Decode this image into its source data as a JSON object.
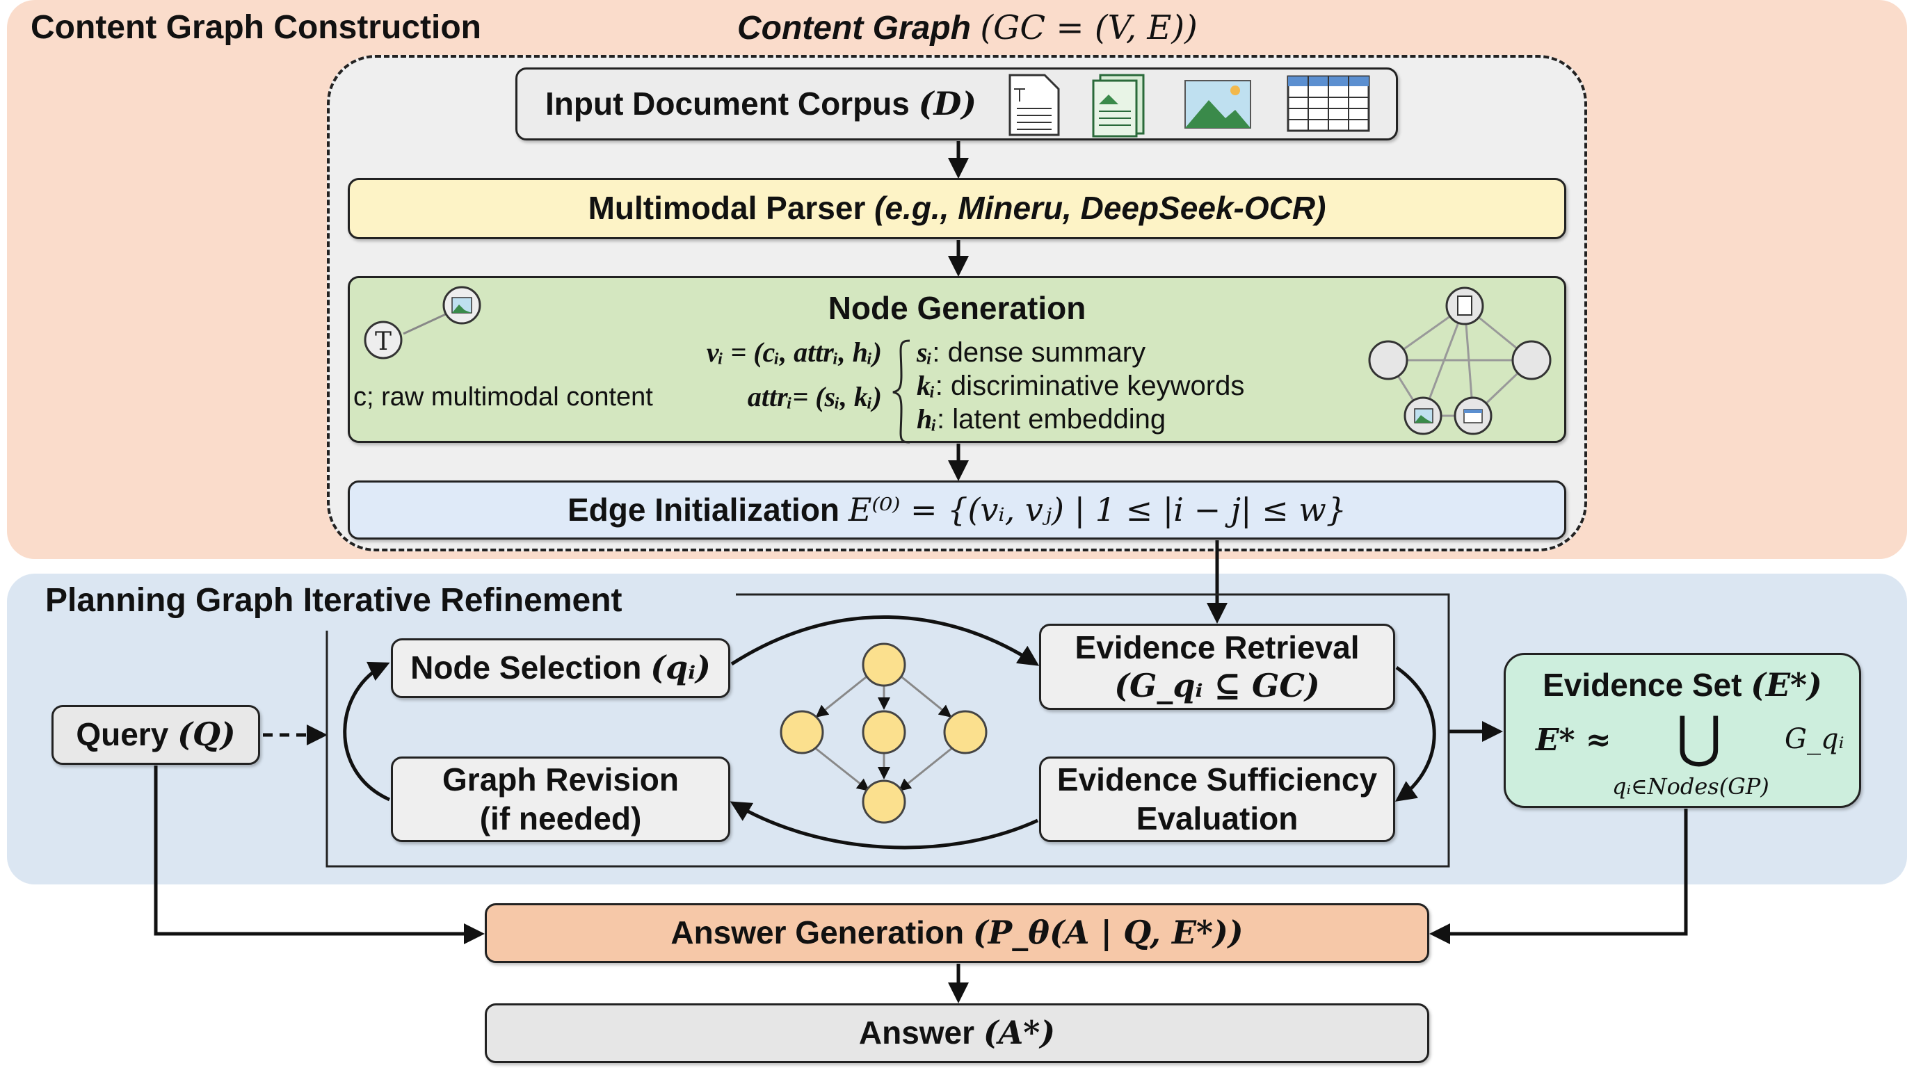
{
  "top_section": {
    "title": "Content Graph Construction",
    "graph_title": "Content Graph",
    "graph_formula": "(GC = (V, E))"
  },
  "input_corpus": {
    "label": "Input Document Corpus",
    "symbol": "(D)",
    "icons": [
      "text-document-icon",
      "image-document-icon",
      "image-icon",
      "table-icon"
    ]
  },
  "parser": {
    "label": "Multimodal Parser",
    "examples": "(e.g., Mineru, DeepSeek-OCR)"
  },
  "node_generation": {
    "title": "Node Generation",
    "vi_formula": "vᵢ = (cᵢ, attrᵢ, hᵢ)",
    "c_desc": "c; raw multimodal content",
    "attr_formula": "attrᵢ= (sᵢ, kᵢ)",
    "s_sym": "sᵢ",
    "s_desc": ": dense summary",
    "k_sym": "kᵢ",
    "k_desc": ": discriminative keywords",
    "h_sym": "hᵢ",
    "h_desc": ": latent embedding",
    "left_icon_text": "T"
  },
  "edge_init": {
    "label": "Edge Initialization",
    "formula": "E⁽⁰⁾ = {(vᵢ, vⱼ) | 1 ≤ |i − j| ≤ w}"
  },
  "planning_section": {
    "title": "Planning Graph Iterative Refinement"
  },
  "query": {
    "label": "Query",
    "symbol": "(Q)"
  },
  "node_selection": {
    "label": "Node Selection",
    "symbol": "(qᵢ)"
  },
  "evidence_retrieval": {
    "line1": "Evidence Retrieval",
    "line2": "(G_qᵢ ⊆ GC)"
  },
  "evidence_sufficiency": {
    "line1": "Evidence Sufficiency",
    "line2": "Evaluation"
  },
  "graph_revision": {
    "line1": "Graph Revision",
    "line2": "(if needed)"
  },
  "evidence_set": {
    "title": "Evidence Set",
    "symbol": "(E*)",
    "lhs": "E* ≈",
    "union": "⋃",
    "rhs": "G_qᵢ",
    "subscript": "qᵢ∈Nodes(GP)"
  },
  "answer_generation": {
    "label": "Answer Generation",
    "formula": "(P_θ(A | Q, E*))"
  },
  "answer": {
    "label": "Answer",
    "symbol": "(A*)"
  },
  "colors": {
    "top_panel": "#fadccb",
    "bottom_panel": "#dbe6f2",
    "parser": "#fdf3c6",
    "node_gen": "#d4e7c0",
    "edge_init": "#dfeaf8",
    "evidence_set": "#cdeedd",
    "answer_gen": "#f6c8a8",
    "answer": "#e6e6e6",
    "graph_node": "#fbe08e"
  }
}
